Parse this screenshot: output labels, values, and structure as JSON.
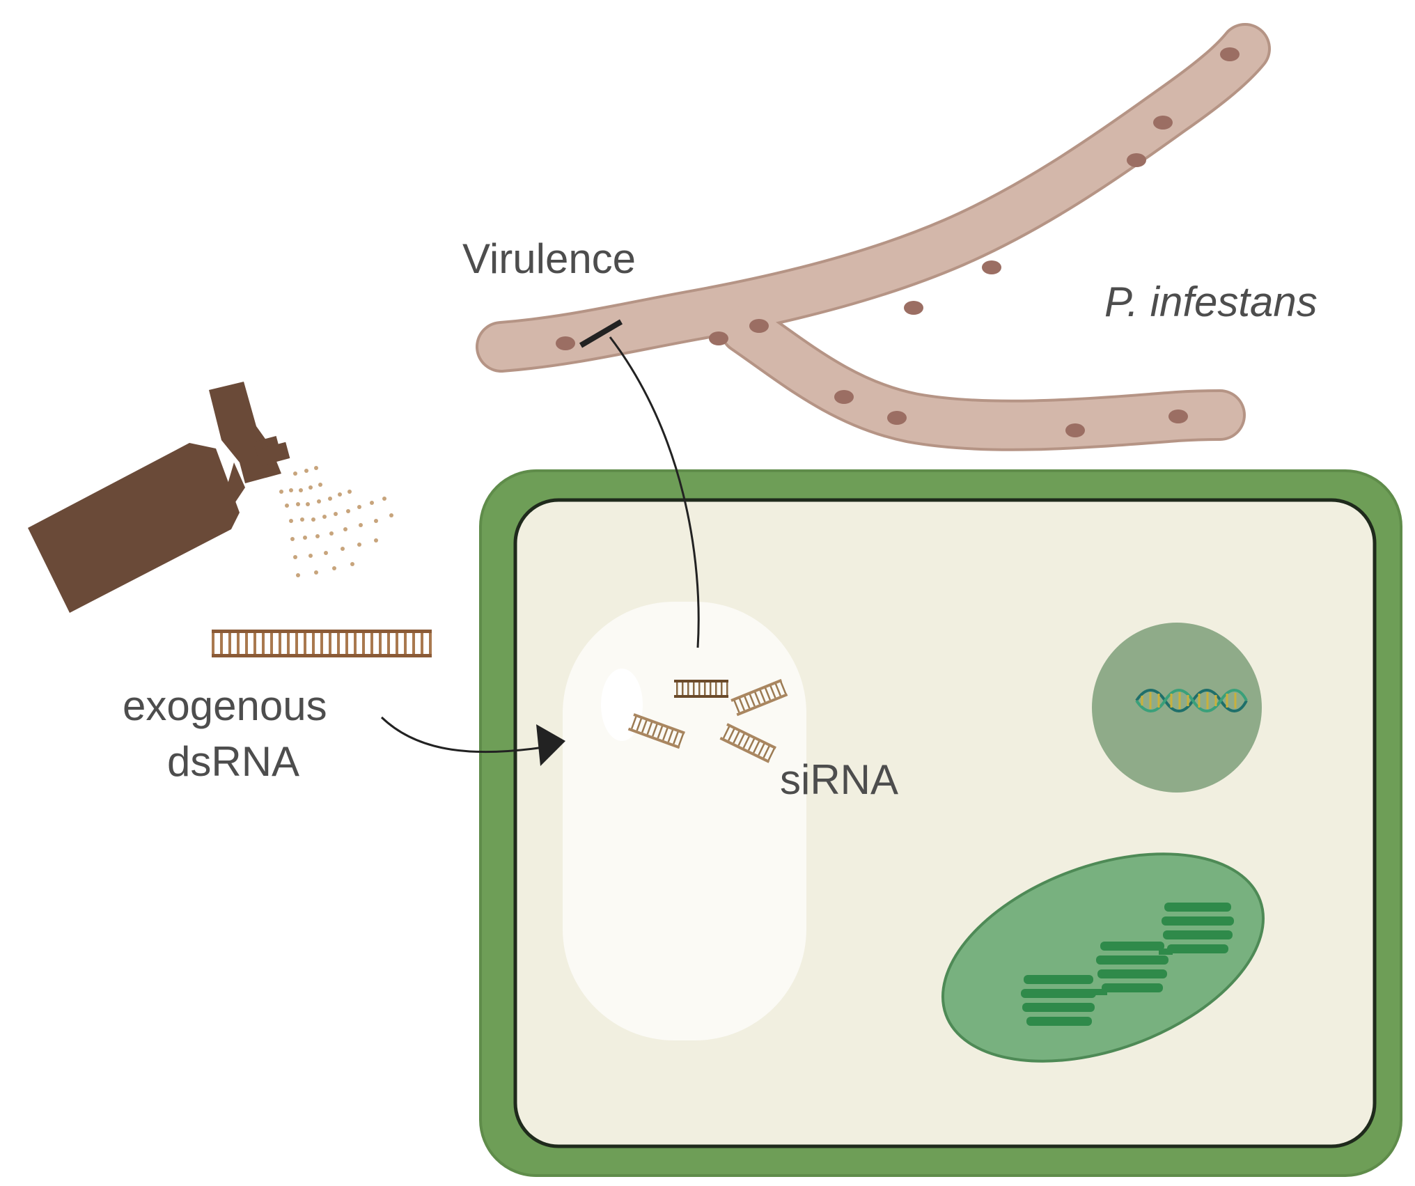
{
  "labels": {
    "virulence": "Virulence",
    "pathogen": "P. infestans",
    "dsrna_line1": "exogenous",
    "dsrna_line2": "dsRNA",
    "sirna": "siRNA"
  },
  "colors": {
    "cell_wall": "#6e9e57",
    "cytoplasm": "#f1efe0",
    "vacuole": "#fbfaf5",
    "nucleus": "#8fab89",
    "chloroplast": "#78b17f",
    "thylakoid": "#2f8a4a",
    "hypha": "#d3b7aa",
    "hypha_nucleus": "#9b6e63",
    "sprayer": "#6a4a38",
    "rna": "#c7a47c",
    "arrow": "#222222",
    "text": "#4d4d4d"
  }
}
